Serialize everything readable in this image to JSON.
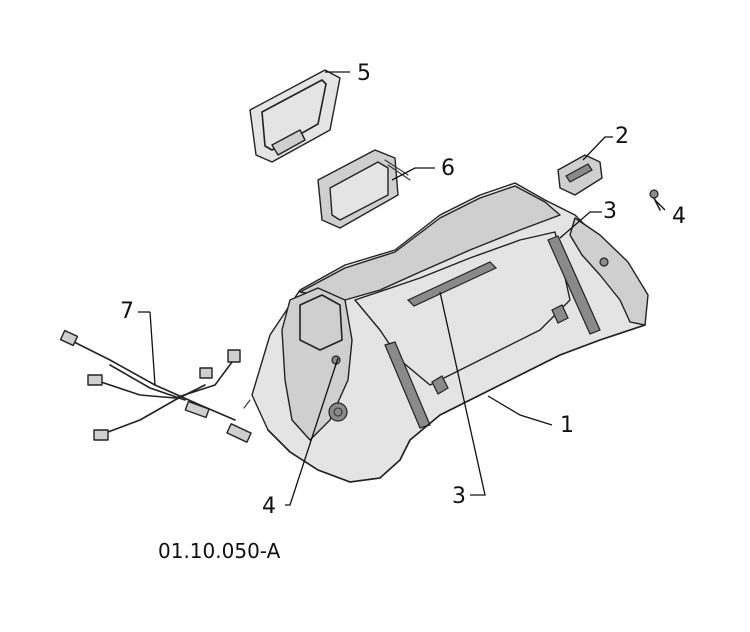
{
  "callouts": [
    {
      "id": "c1",
      "label": "1"
    },
    {
      "id": "c2",
      "label": "2"
    },
    {
      "id": "c3a",
      "label": "3"
    },
    {
      "id": "c3b",
      "label": "3"
    },
    {
      "id": "c4a",
      "label": "4"
    },
    {
      "id": "c4b",
      "label": "4"
    },
    {
      "id": "c5",
      "label": "5"
    },
    {
      "id": "c6",
      "label": "6"
    },
    {
      "id": "c7",
      "label": "7"
    }
  ],
  "figure_code": "01.10.050-A"
}
